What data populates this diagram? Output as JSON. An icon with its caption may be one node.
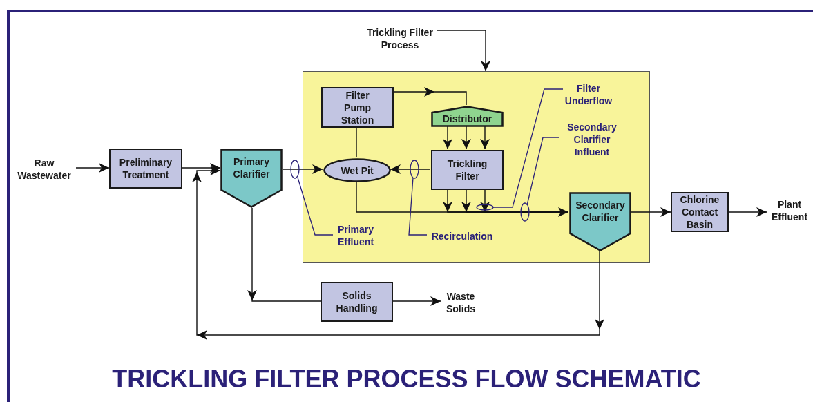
{
  "diagram": {
    "title": "TRICKLING FILTER PROCESS FLOW SCHEMATIC",
    "nodes": [
      {
        "text": [
          "Trickling Filter Process"
        ]
      },
      {
        "text": [],
        "shape": "box"
      },
      {
        "text": [
          "Filter Pump Station"
        ],
        "in": 1
      },
      {
        "text": [
          "Distributor"
        ],
        "in": 1
      },
      {
        "text": [
          "Wet Pit"
        ],
        "in": 1
      },
      {
        "text": [
          "Trickling Filter"
        ],
        "in": 1
      },
      {
        "text": [
          "Secondary Clarifier"
        ],
        "in": 1
      },
      {
        "text": [
          "Raw Wastewater"
        ]
      },
      {
        "text": [
          "Preliminary Treatment"
        ]
      },
      {
        "text": [
          "Primary Clarifier"
        ]
      },
      {
        "text": [
          "Chlorine Contact Basin"
        ]
      },
      {
        "text": [
          "Plant Effluent"
        ]
      },
      {
        "text": [
          "Solids Handling"
        ]
      },
      {
        "text": [
          "Waste Solids"
        ]
      },
      {
        "text": [
          "Filter Underflow"
        ],
        "in": 1
      },
      {
        "text": [
          "Secondary Clarifier Influent"
        ],
        "in": 1
      },
      {
        "text": [
          "Primary Effluent"
        ],
        "in": 1
      },
      {
        "text": [
          "Recirculation"
        ],
        "in": 1
      }
    ],
    "edges": [
      {
        "from": 0,
        "to": 1,
        "arrow": "to"
      },
      {
        "from": 7,
        "to": 8,
        "arrow": "to"
      },
      {
        "from": 8,
        "to": 9,
        "arrow": "to"
      },
      {
        "from": 9,
        "to": 4,
        "arrow": "to"
      },
      {
        "from": 2,
        "to": 3,
        "arrow": "to"
      },
      {
        "from": 3,
        "to": 5,
        "arrow": "to"
      },
      {
        "from": 3,
        "to": 5,
        "arrow": "to"
      },
      {
        "from": 3,
        "to": 5,
        "arrow": "to"
      },
      {
        "from": 5,
        "to": 4,
        "arrow": "to"
      },
      {
        "from": 4,
        "to": 2,
        "arrow": "none"
      },
      {
        "from": 4,
        "to": 6,
        "arrow": "to"
      },
      {
        "from": 5,
        "to": 6,
        "arrow": "to"
      },
      {
        "from": 5,
        "to": 6,
        "arrow": "to"
      },
      {
        "from": 5,
        "to": 6,
        "arrow": "to"
      },
      {
        "from": 6,
        "to": 10,
        "arrow": "to"
      },
      {
        "from": 10,
        "to": 11,
        "arrow": "to"
      },
      {
        "from": 9,
        "to": 12,
        "arrow": "to"
      },
      {
        "from": 12,
        "to": 13,
        "arrow": "to"
      },
      {
        "from": 6,
        "to": 9,
        "arrow": "to"
      },
      {
        "from": 14,
        "to": null,
        "arrow": "other",
        "color": "#2b2178"
      },
      {
        "from": 15,
        "to": null,
        "arrow": "other",
        "color": "#2b2178"
      },
      {
        "from": 16,
        "to": null,
        "arrow": "other",
        "color": "#2b2178"
      },
      {
        "from": 17,
        "to": null,
        "arrow": "other",
        "color": "#2b2178"
      }
    ]
  }
}
